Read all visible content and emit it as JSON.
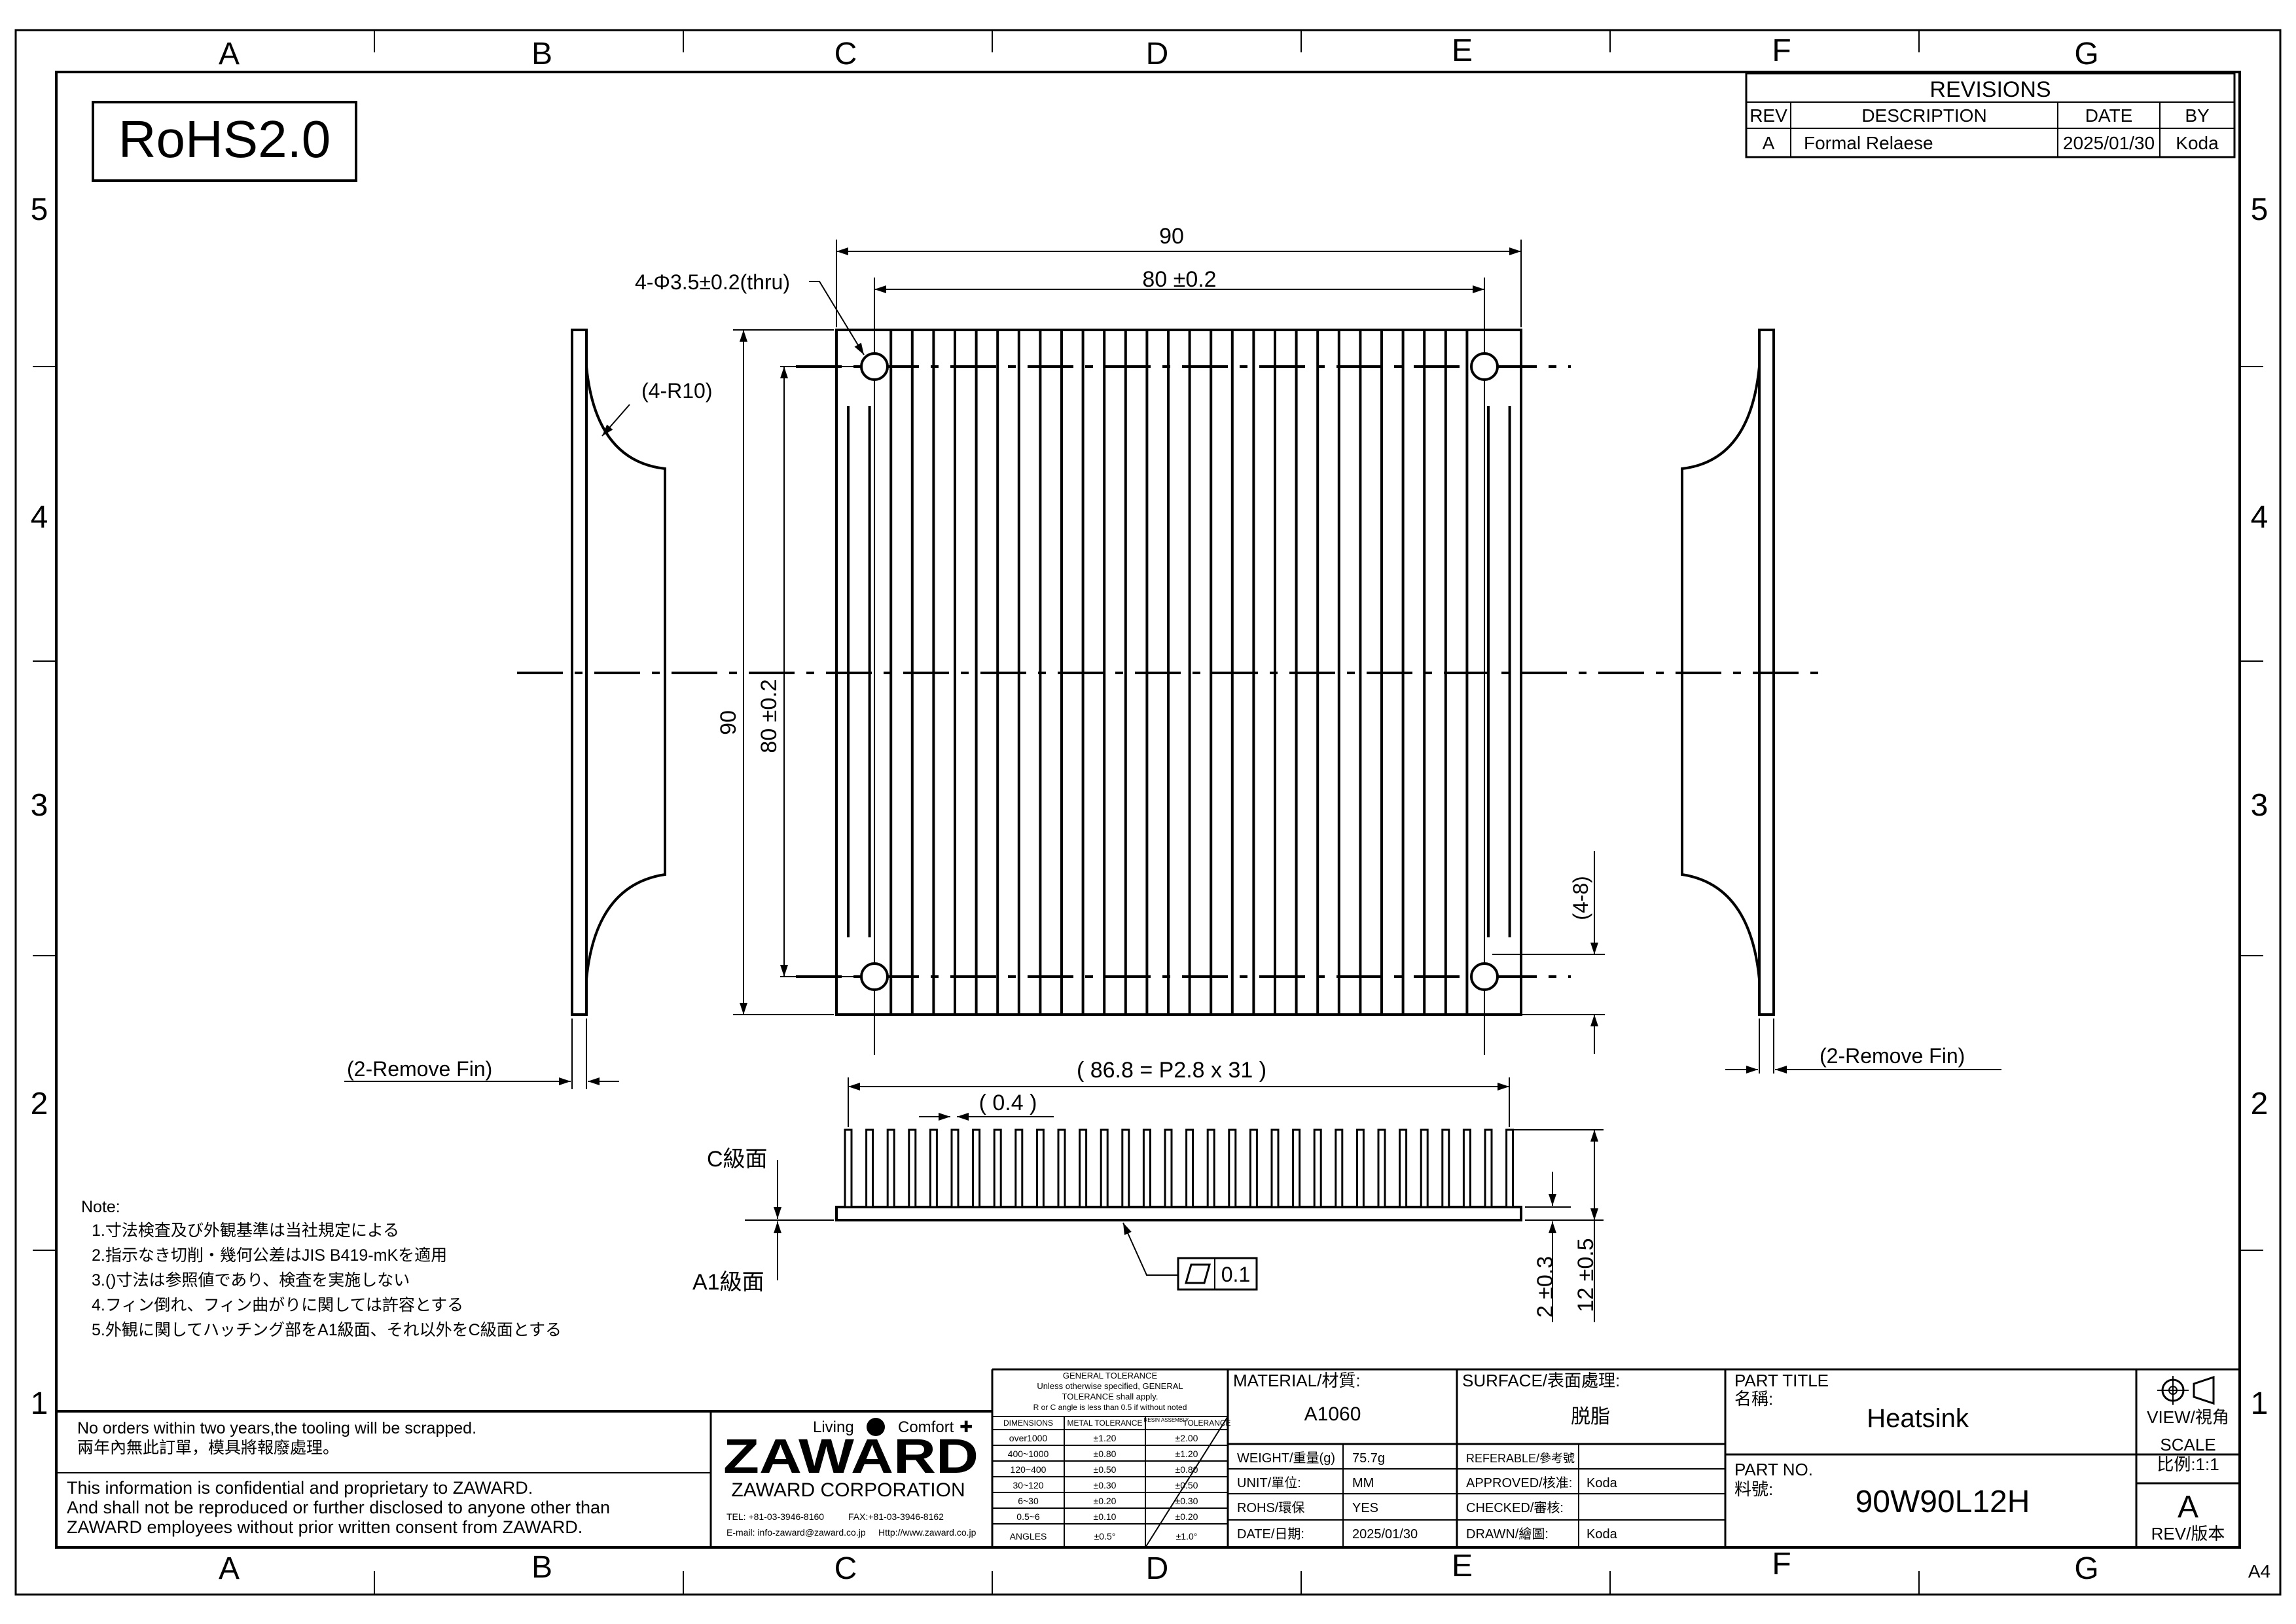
{
  "frame": {
    "cols": [
      "A",
      "B",
      "C",
      "D",
      "E",
      "F",
      "G"
    ],
    "rows": [
      "5",
      "4",
      "3",
      "2",
      "1"
    ],
    "sheet_size": "A4"
  },
  "rohs": "RoHS2.0",
  "revisions": {
    "title": "REVISIONS",
    "headers": {
      "rev": "REV",
      "description": "DESCRIPTION",
      "date": "DATE",
      "by": "BY"
    },
    "rows": [
      {
        "rev": "A",
        "description": "Formal Relaese",
        "date": "2025/01/30",
        "by": "Koda"
      }
    ]
  },
  "dims": {
    "width_total": "90",
    "width_holes": "80 ±0.2",
    "hole": "4-Φ3.5±0.2(thru)",
    "height_total": "90",
    "height_holes": "80 ±0.2",
    "radius": "(4-R10)",
    "fin_gap": "(4-8)",
    "remove_fin_left": "(2-Remove Fin)",
    "remove_fin_right": "(2-Remove Fin)",
    "pitch": "( 86.8  = P2.8 x 31 )",
    "fin_thickness": "( 0.4 )",
    "base_thickness": "2 ±0.3",
    "total_height": "12 ±0.5",
    "flatness": "0.1",
    "c_face": "C級面",
    "a1_face": "A1級面"
  },
  "notes": {
    "title": "Note:",
    "items": [
      "1.寸法検査及び外観基準は当社規定による",
      "2.指示なき切削・幾何公差はJIS B419-mKを適用",
      "3.()寸法は参照値であり、検査を実施しない",
      "4.フィン倒れ、フィン曲がりに関しては許容とする",
      "5.外観に関してハッチング部をA1級面、それ以外をC級面とする"
    ]
  },
  "title_block": {
    "tooling_en": "No orders within two years,the tooling will be scrapped.",
    "tooling_zh": "兩年內無此訂單，模具將報廢處理。",
    "confidential": [
      "This information is confidential and proprietary to ZAWARD.",
      "And shall not be reproduced or further disclosed to anyone other than",
      "ZAWARD employees without prior written consent from ZAWARD."
    ],
    "company": {
      "slogan_left": "Living",
      "slogan_right": "Comfort",
      "logo": "ZAWARD",
      "name": "ZAWARD CORPORATION",
      "tel": "TEL: +81-03-3946-8160",
      "fax": "FAX:+81-03-3946-8162",
      "email": "E-mail: info-zaward@zaward.co.jp",
      "web": "Http://www.zaward.co.jp"
    },
    "tolerance": {
      "title": "GENERAL TOLERANCE",
      "sub1": "Unless otherwise specified, GENERAL",
      "sub2": "TOLERANCE shall apply.",
      "sub3": "R or C angle is less than 0.5 if without noted",
      "headers": [
        "DIMENSIONS",
        "METAL TOLERANCE",
        "RESIN ASSEMBLY",
        "TOLERANCE"
      ],
      "rows": [
        [
          "over1000",
          "±1.20",
          "±2.00"
        ],
        [
          "400~1000",
          "±0.80",
          "±1.20"
        ],
        [
          "120~400",
          "±0.50",
          "±0.80"
        ],
        [
          "30~120",
          "±0.30",
          "±0.50"
        ],
        [
          "6~30",
          "±0.20",
          "±0.30"
        ],
        [
          "0.5~6",
          "±0.10",
          "±0.20"
        ],
        [
          "ANGLES",
          "±0.5°",
          "±1.0°"
        ]
      ]
    },
    "material_label": "MATERIAL/材質:",
    "material": "A1060",
    "surface_label": "SURFACE/表面處理:",
    "surface": "脱脂",
    "weight_label": "WEIGHT/重量(g)",
    "weight": "75.7g",
    "unit_label": "UNIT/單位:",
    "unit": "MM",
    "rohs_label": "ROHS/環保",
    "rohs": "YES",
    "date_label": "DATE/日期:",
    "date": "2025/01/30",
    "referable_label": "REFERABLE/參考號",
    "referable": "",
    "approved_label": "APPROVED/核准:",
    "approved": "Koda",
    "checked_label": "CHECKED/審核:",
    "checked": "",
    "drawn_label": "DRAWN/繪圖:",
    "drawn": "Koda",
    "part_title_label": "PART TITLE",
    "part_title_label_zh": "名稱:",
    "part_title": "Heatsink",
    "part_no_label": "PART NO.",
    "part_no_label_zh": "料號:",
    "part_no": "90W90L12H",
    "view_label": "VIEW/視角",
    "scale_label": "SCALE",
    "scale": "比例:1:1",
    "rev": "A",
    "rev_label": "REV/版本"
  }
}
